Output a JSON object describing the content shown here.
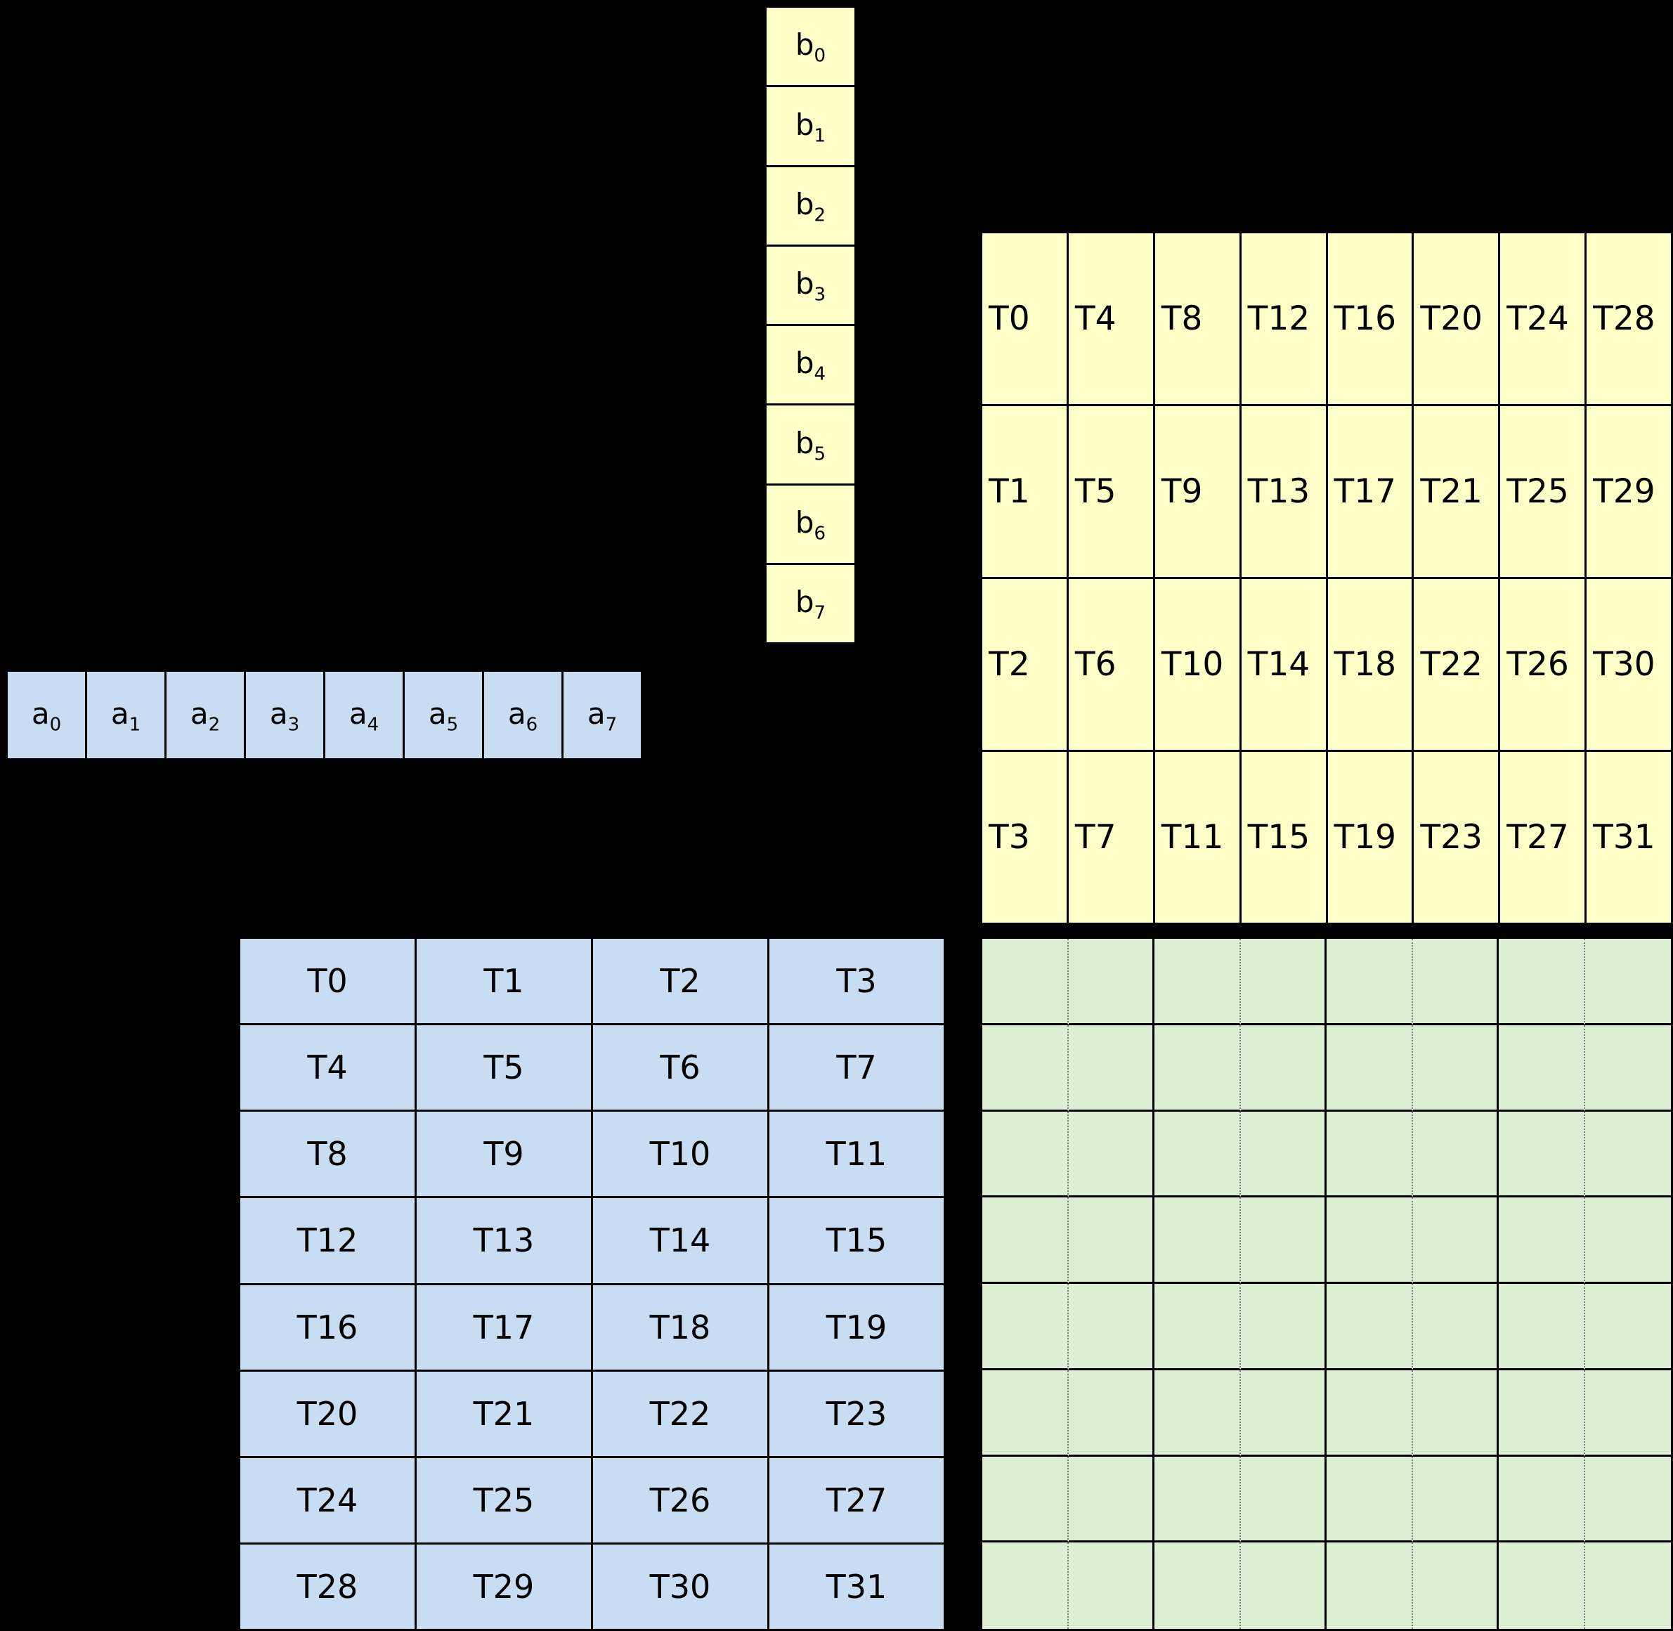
{
  "colors": {
    "background": "#000000",
    "yellow": "#ffffc8",
    "blue": "#c8dcf2",
    "green": "#dcefd3",
    "border": "#000000",
    "dotted_line": "#7a7a7a"
  },
  "b_vector": {
    "cells": [
      {
        "base": "b",
        "sub": "0"
      },
      {
        "base": "b",
        "sub": "1"
      },
      {
        "base": "b",
        "sub": "2"
      },
      {
        "base": "b",
        "sub": "3"
      },
      {
        "base": "b",
        "sub": "4"
      },
      {
        "base": "b",
        "sub": "5"
      },
      {
        "base": "b",
        "sub": "6"
      },
      {
        "base": "b",
        "sub": "7"
      }
    ]
  },
  "a_vector": {
    "cells": [
      {
        "base": "a",
        "sub": "0"
      },
      {
        "base": "a",
        "sub": "1"
      },
      {
        "base": "a",
        "sub": "2"
      },
      {
        "base": "a",
        "sub": "3"
      },
      {
        "base": "a",
        "sub": "4"
      },
      {
        "base": "a",
        "sub": "5"
      },
      {
        "base": "a",
        "sub": "6"
      },
      {
        "base": "a",
        "sub": "7"
      }
    ]
  },
  "b_thread_grid": {
    "rows": [
      [
        "T0",
        "T4",
        "T8",
        "T12",
        "T16",
        "T20",
        "T24",
        "T28"
      ],
      [
        "T1",
        "T5",
        "T9",
        "T13",
        "T17",
        "T21",
        "T25",
        "T29"
      ],
      [
        "T2",
        "T6",
        "T10",
        "T14",
        "T18",
        "T22",
        "T26",
        "T30"
      ],
      [
        "T3",
        "T7",
        "T11",
        "T15",
        "T19",
        "T23",
        "T27",
        "T31"
      ]
    ]
  },
  "a_thread_grid": {
    "rows": [
      [
        "T0",
        "T1",
        "T2",
        "T3"
      ],
      [
        "T4",
        "T5",
        "T6",
        "T7"
      ],
      [
        "T8",
        "T9",
        "T10",
        "T11"
      ],
      [
        "T12",
        "T13",
        "T14",
        "T15"
      ],
      [
        "T16",
        "T17",
        "T18",
        "T19"
      ],
      [
        "T20",
        "T21",
        "T22",
        "T23"
      ],
      [
        "T24",
        "T25",
        "T26",
        "T27"
      ],
      [
        "T28",
        "T29",
        "T30",
        "T31"
      ]
    ]
  },
  "c_grid": {
    "rows": 8,
    "cols": 8
  }
}
